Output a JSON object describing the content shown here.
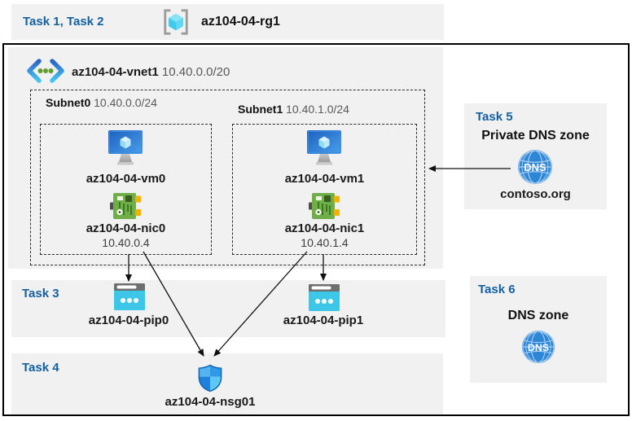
{
  "header": {
    "tasks_label": "Task 1, Task 2",
    "resource_group": {
      "name": "az104-04-rg1",
      "icon": "resource-group-icon"
    }
  },
  "vnet": {
    "name": "az104-04-vnet1",
    "cidr": "10.40.0.0/20",
    "icon": "virtual-network-icon"
  },
  "subnets": [
    {
      "name": "Subnet0",
      "cidr": "10.40.0.0/24",
      "vm": {
        "name": "az104-04-vm0",
        "icon": "virtual-machine-icon"
      },
      "nic": {
        "name": "az104-04-nic0",
        "ip": "10.40.0.4",
        "icon": "network-interface-icon"
      }
    },
    {
      "name": "Subnet1",
      "cidr": "10.40.1.0/24",
      "vm": {
        "name": "az104-04-vm1",
        "icon": "virtual-machine-icon"
      },
      "nic": {
        "name": "az104-04-nic1",
        "ip": "10.40.1.4",
        "icon": "network-interface-icon"
      }
    }
  ],
  "task3": {
    "heading": "Task 3",
    "public_ips": [
      {
        "name": "az104-04-pip0",
        "icon": "public-ip-icon"
      },
      {
        "name": "az104-04-pip1",
        "icon": "public-ip-icon"
      }
    ]
  },
  "task4": {
    "heading": "Task 4",
    "nsg": {
      "name": "az104-04-nsg01",
      "icon": "nsg-shield-icon"
    }
  },
  "task5": {
    "heading": "Task 5",
    "title": "Private DNS zone",
    "zone_name": "contoso.org",
    "icon": "dns-zone-icon",
    "icon_text": "DNS"
  },
  "task6": {
    "heading": "Task 6",
    "title": "DNS zone",
    "icon": "dns-zone-icon"
  },
  "colors": {
    "band_bg": "#f1f1f1",
    "task_heading": "#14609f",
    "label_text": "#1a1a1a",
    "muted_text": "#595959",
    "frame_border": "#000000",
    "dashed_border": "#2b2b2b",
    "arrow": "#111111",
    "vm_blue": "#2368cc",
    "nic_green": "#6fae49",
    "pip_cyan": "#3cc7e9",
    "dns_blue": "#2e86d6",
    "shield_blue": "#1e81dc"
  }
}
